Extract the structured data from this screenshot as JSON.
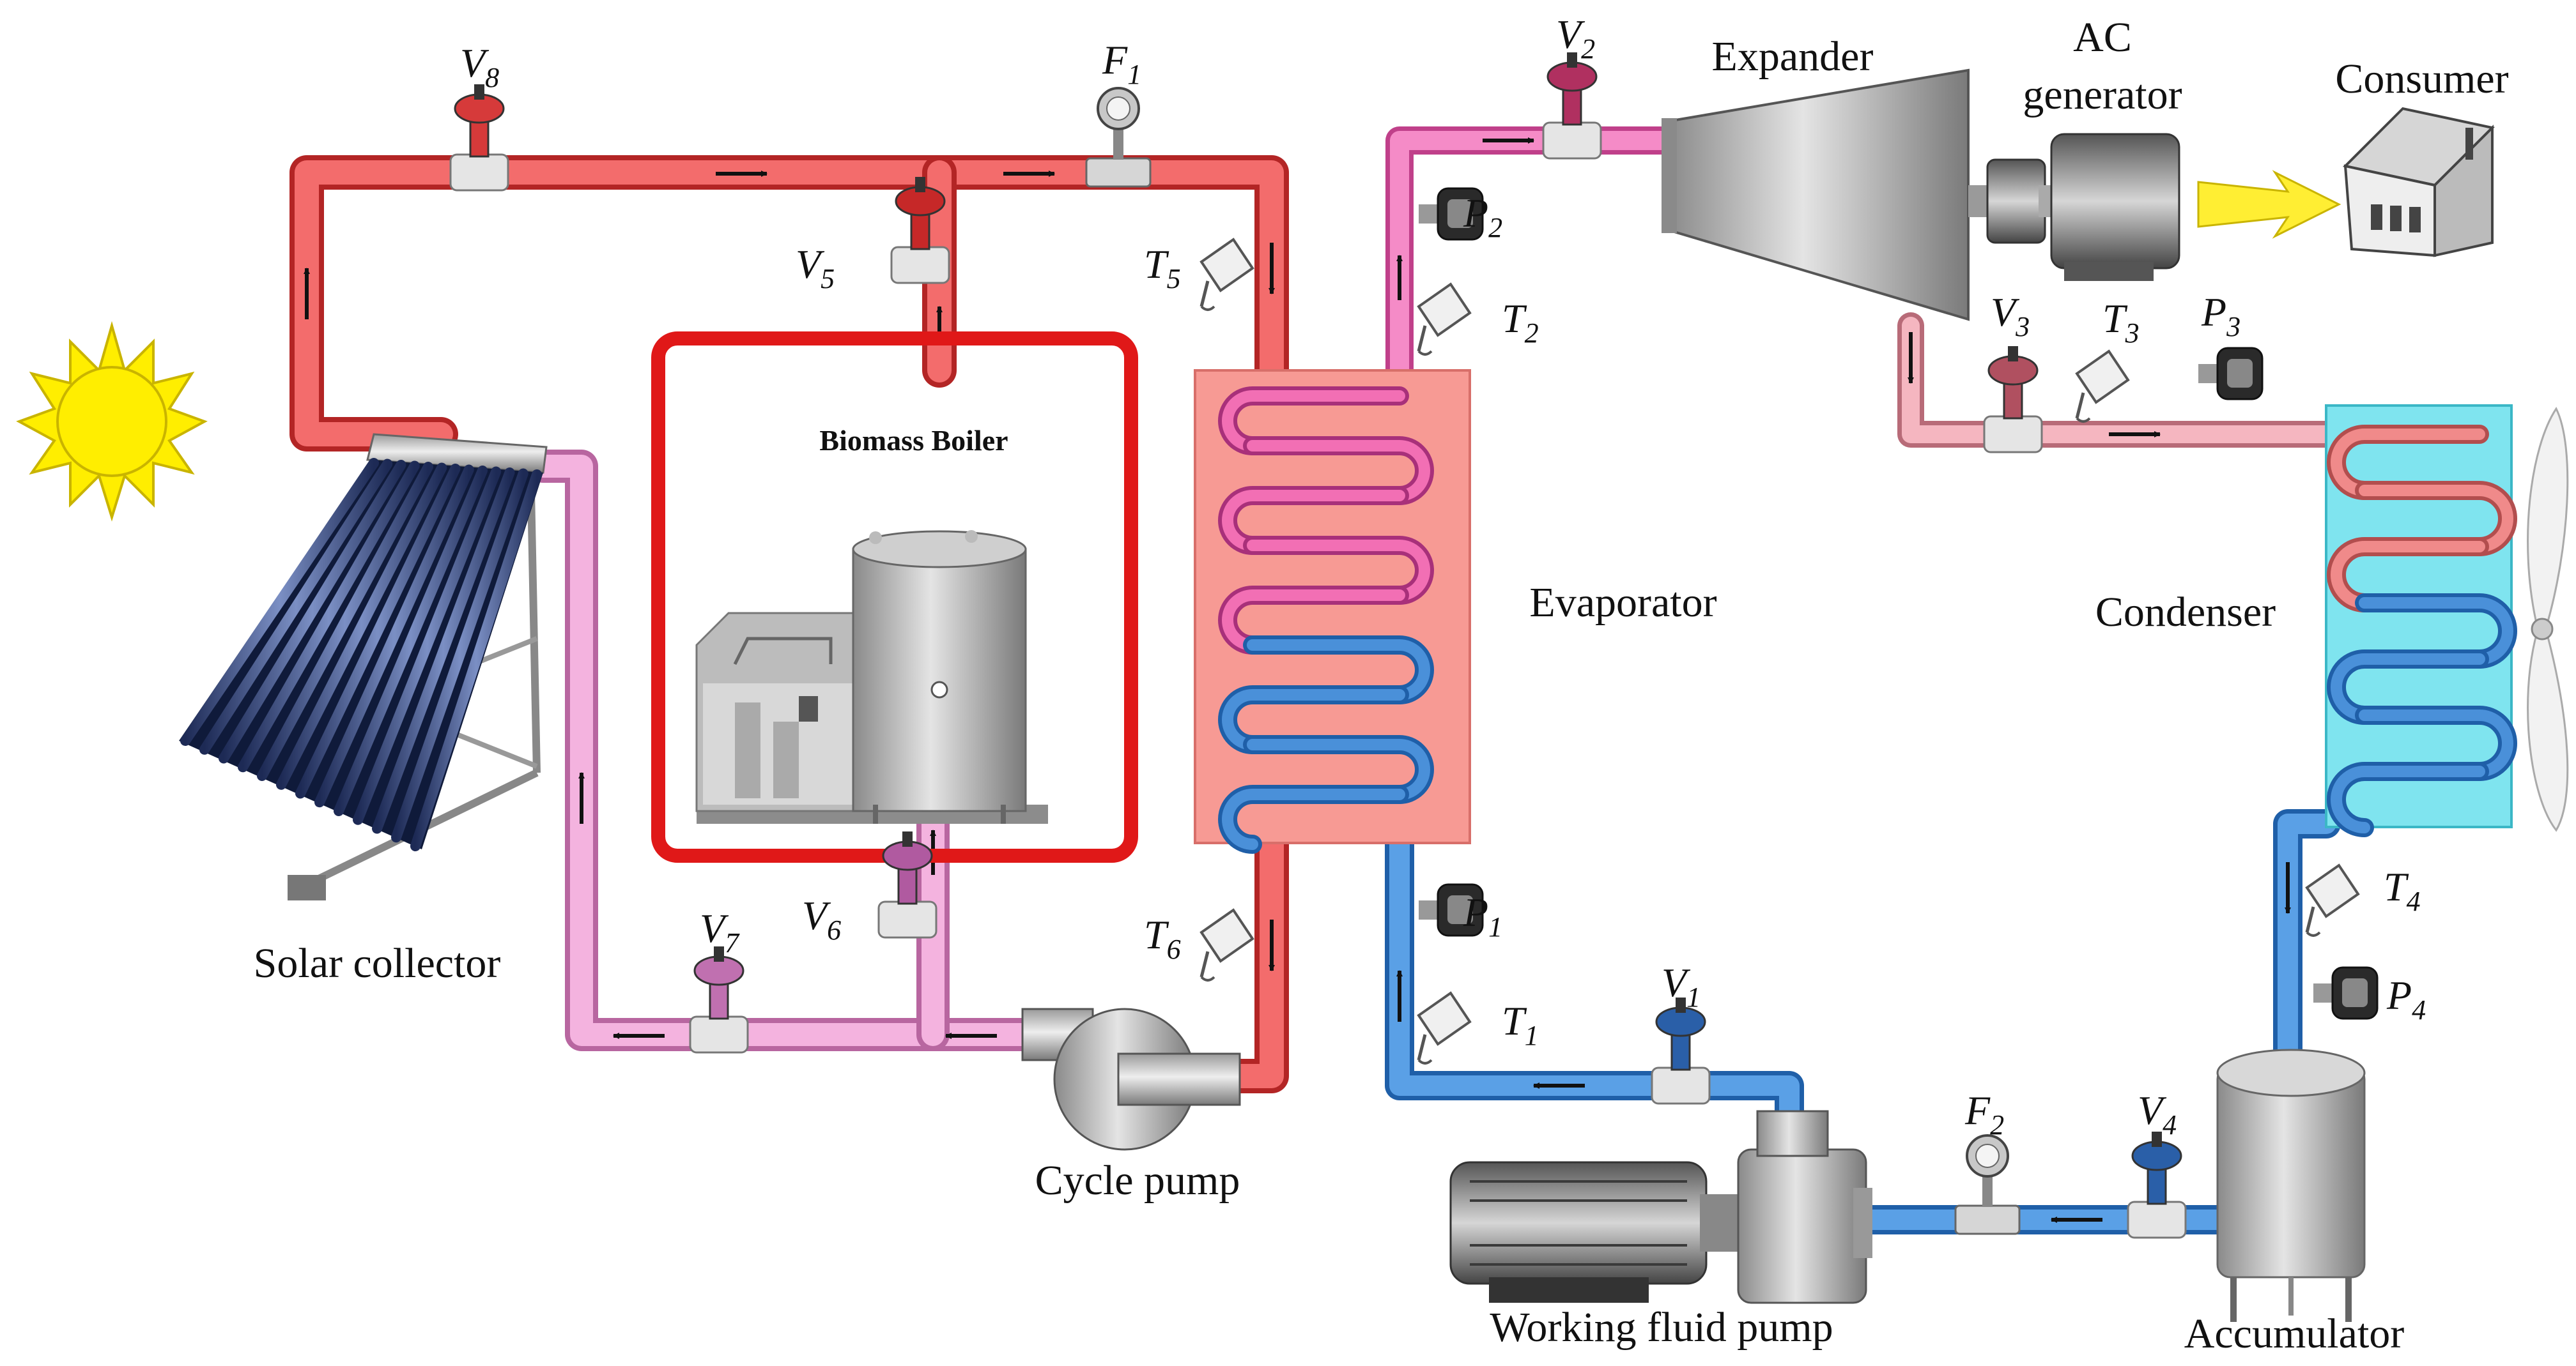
{
  "labels": {
    "solar_collector": "Solar collector",
    "biomass_boiler": "Biomass Boiler",
    "evaporator": "Evaporator",
    "expander": "Expander",
    "ac_generator_line1": "AC",
    "ac_generator_line2": "generator",
    "consumer": "Consumer",
    "condenser": "Condenser",
    "cycle_pump": "Cycle pump",
    "working_fluid_pump": "Working fluid pump",
    "accumulator": "Accumulator"
  },
  "instruments": {
    "V1": {
      "base": "V",
      "sub": "1"
    },
    "V2": {
      "base": "V",
      "sub": "2"
    },
    "V3": {
      "base": "V",
      "sub": "3"
    },
    "V4": {
      "base": "V",
      "sub": "4"
    },
    "V5": {
      "base": "V",
      "sub": "5"
    },
    "V6": {
      "base": "V",
      "sub": "6"
    },
    "V7": {
      "base": "V",
      "sub": "7"
    },
    "V8": {
      "base": "V",
      "sub": "8"
    },
    "F1": {
      "base": "F",
      "sub": "1"
    },
    "F2": {
      "base": "F",
      "sub": "2"
    },
    "T1": {
      "base": "T",
      "sub": "1"
    },
    "T2": {
      "base": "T",
      "sub": "2"
    },
    "T3": {
      "base": "T",
      "sub": "3"
    },
    "T4": {
      "base": "T",
      "sub": "4"
    },
    "T5": {
      "base": "T",
      "sub": "5"
    },
    "T6": {
      "base": "T",
      "sub": "6"
    },
    "P1": {
      "base": "P",
      "sub": "1"
    },
    "P2": {
      "base": "P",
      "sub": "2"
    },
    "P3": {
      "base": "P",
      "sub": "3"
    },
    "P4": {
      "base": "P",
      "sub": "4"
    }
  },
  "colors": {
    "hot_loop": "#f05a5a",
    "hot_loop_dark": "#c62828",
    "return_loop": "#f2a6d8",
    "return_loop_dark": "#c86aa8",
    "hot_fluid": "#f26fb4",
    "cold_fluid": "#4a90d9",
    "cold_fluid_dark": "#1f5fa8",
    "exhaust": "#f2a3b0",
    "evaporator_body": "#f79a94",
    "condenser_body": "#7fe4ef",
    "boiler_frame": "#e01818",
    "sun": "#ffee00",
    "arrow_out": "#ffee33"
  }
}
